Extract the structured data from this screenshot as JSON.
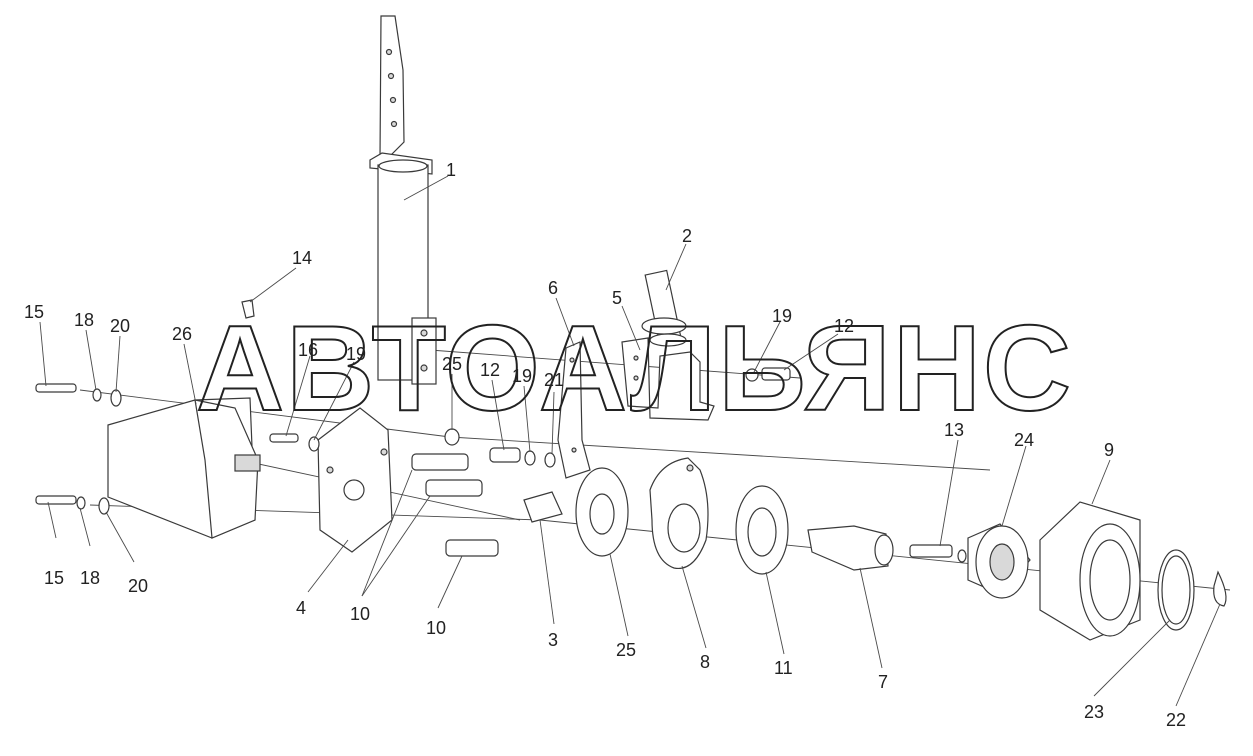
{
  "watermark": "АВТОАЛЬЯНС",
  "callouts": [
    {
      "id": "c1",
      "label": "1"
    },
    {
      "id": "c2",
      "label": "2"
    },
    {
      "id": "c3",
      "label": "3"
    },
    {
      "id": "c4",
      "label": "4"
    },
    {
      "id": "c5",
      "label": "5"
    },
    {
      "id": "c6",
      "label": "6"
    },
    {
      "id": "c7",
      "label": "7"
    },
    {
      "id": "c8",
      "label": "8"
    },
    {
      "id": "c9",
      "label": "9"
    },
    {
      "id": "c10a",
      "label": "10"
    },
    {
      "id": "c10b",
      "label": "10"
    },
    {
      "id": "c11",
      "label": "11"
    },
    {
      "id": "c12a",
      "label": "12"
    },
    {
      "id": "c12b",
      "label": "12"
    },
    {
      "id": "c13",
      "label": "13"
    },
    {
      "id": "c14",
      "label": "14"
    },
    {
      "id": "c15a",
      "label": "15"
    },
    {
      "id": "c15b",
      "label": "15"
    },
    {
      "id": "c16",
      "label": "16"
    },
    {
      "id": "c18a",
      "label": "18"
    },
    {
      "id": "c18b",
      "label": "18"
    },
    {
      "id": "c19a",
      "label": "19"
    },
    {
      "id": "c19b",
      "label": "19"
    },
    {
      "id": "c19c",
      "label": "19"
    },
    {
      "id": "c20a",
      "label": "20"
    },
    {
      "id": "c20b",
      "label": "20"
    },
    {
      "id": "c21",
      "label": "21"
    },
    {
      "id": "c22",
      "label": "22"
    },
    {
      "id": "c23",
      "label": "23"
    },
    {
      "id": "c24",
      "label": "24"
    },
    {
      "id": "c25a",
      "label": "25"
    },
    {
      "id": "c25b",
      "label": "25"
    },
    {
      "id": "c26",
      "label": "26"
    }
  ]
}
